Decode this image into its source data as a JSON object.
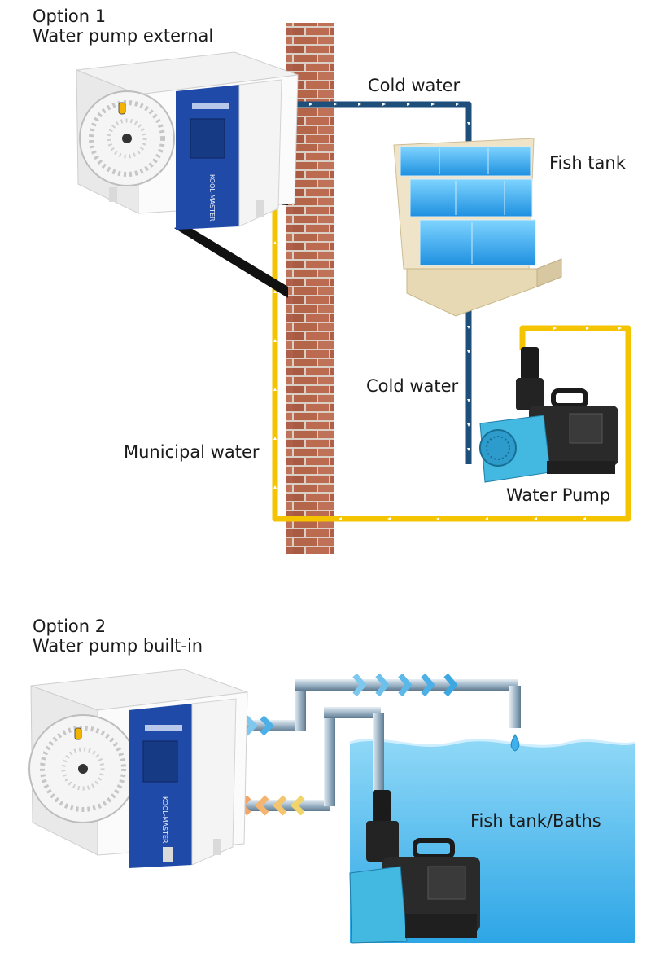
{
  "option1": {
    "heading": "Option 1",
    "subheading": "Water pump external",
    "labels": {
      "cold_water_top": "Cold water",
      "fish_tank": "Fish tank",
      "cold_water_side": "Cold water",
      "municipal_water": "Municipal water",
      "water_pump": "Water Pump"
    }
  },
  "option2": {
    "heading": "Option 2",
    "subheading": "Water pump built-in",
    "labels": {
      "fish_tank_baths": "Fish tank/Baths"
    }
  },
  "brand_text": "KOOL-MASTER",
  "colors": {
    "cold_line": "#1e4f7a",
    "warm_line": "#f5c400",
    "brick": "#b5654a",
    "water": "#4fb7ea",
    "unit_panel": "#1f4aa8",
    "pump_body": "#43b8e0"
  }
}
